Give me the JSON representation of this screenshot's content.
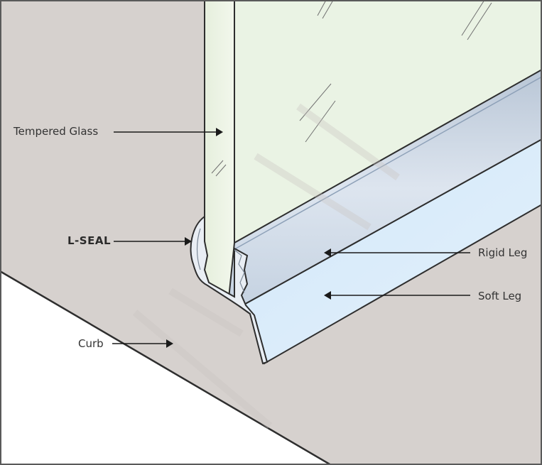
{
  "labels": {
    "tempered_glass": "Tempered Glass",
    "l_seal": "L-SEAL",
    "rigid_leg": "Rigid Leg",
    "soft_leg": "Soft Leg",
    "curb": "Curb"
  },
  "colors": {
    "wall": "#d6d1ce",
    "curb": "#ffffff",
    "glass": "#eef5e6",
    "seal_rigid": "#cdd8e6",
    "seal_soft": "#d9ecfb",
    "outline": "#2e2e2e"
  }
}
